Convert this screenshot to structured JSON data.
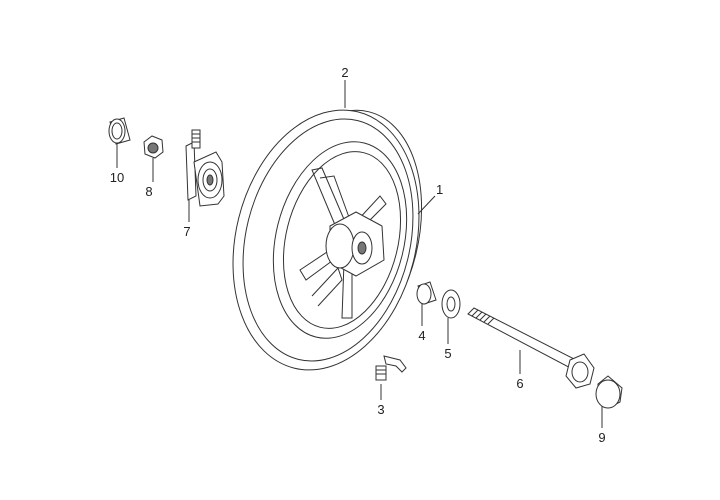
{
  "callouts": [
    {
      "id": "1",
      "part": "front-wheel-rim"
    },
    {
      "id": "2",
      "part": "tire"
    },
    {
      "id": "3",
      "part": "valve-stem"
    },
    {
      "id": "4",
      "part": "collar"
    },
    {
      "id": "5",
      "part": "washer"
    },
    {
      "id": "6",
      "part": "axle-bolt"
    },
    {
      "id": "7",
      "part": "speedometer-gear-box"
    },
    {
      "id": "8",
      "part": "nut"
    },
    {
      "id": "9",
      "part": "cap"
    },
    {
      "id": "10",
      "part": "bearing"
    }
  ]
}
